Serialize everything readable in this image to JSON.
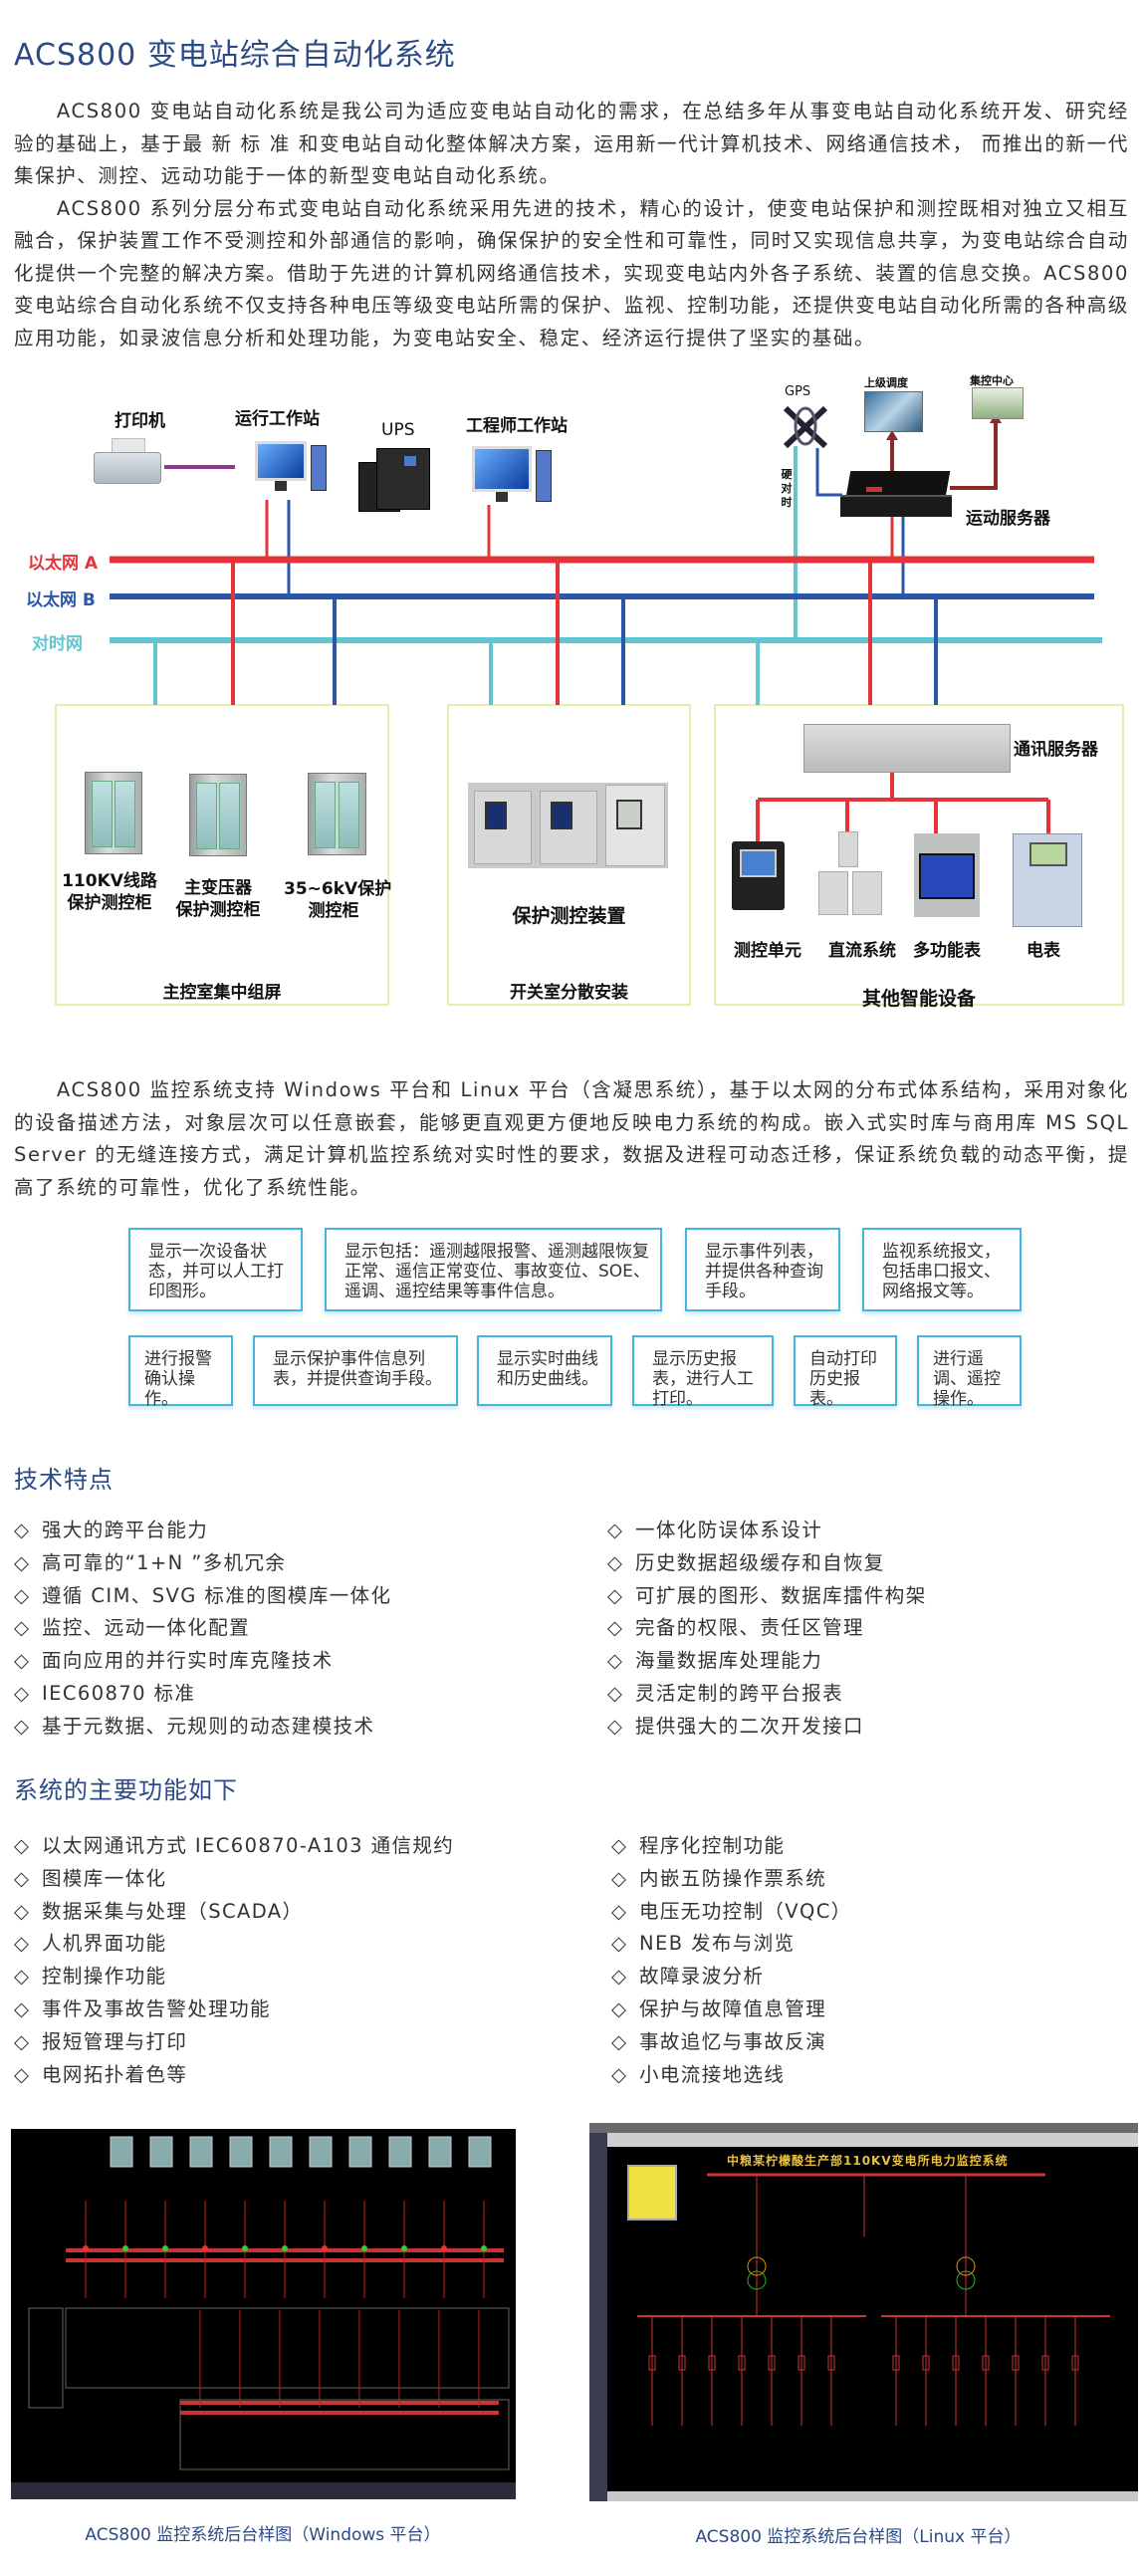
{
  "title": "ACS800 变电站综合自动化系统",
  "intro": [
    "ACS800 变电站自动化系统是我公司为适应变电站自动化的需求，在总结多年从事变电站自动化系统开发、研究经验的基础上，基于最 新 标 准 和变电站自动化整体解决方案，运用新一代计算机技术、网络通信技术， 而推出的新一代集保护、测控、远动功能于一体的新型变电站自动化系统。",
    "ACS800 系列分层分布式变电站自动化系统采用先进的技术，精心的设计，使变电站保护和测控既相对独立又相互融合，保护装置工作不受测控和外部通信的影响，确保保护的安全性和可靠性，同时又实现信息共享，为变电站综合自动化提供一个完整的解决方案。借助于先进的计算机网络通信技术，实现变电站内外各子系统、装置的信息交换。ACS800 变电站综合自动化系统不仅支持各种电压等级变电站所需的保护、监视、控制功能，还提供变电站自动化所需的各种高级应用功能，如录波信息分析和处理功能，为变电站安全、稳定、经济运行提供了坚实的基础。"
  ],
  "diagram": {
    "printer": "打印机",
    "ops_workstation": "运行工作站",
    "ups": "UPS",
    "eng_workstation": "工程师工作站",
    "gps": "GPS",
    "upper_dispatch": "上级调度",
    "control_center": "集控中心",
    "hard_sync": "硬对时",
    "telecontrol_server": "运动服务器",
    "eth_a": "以太网 A",
    "eth_b": "以太网 B",
    "time_net": "对时网",
    "colors": {
      "eth_a": "#e4343a",
      "eth_b": "#2c57a8",
      "time_net": "#62c6d0",
      "uplink": "#8b2a2a"
    },
    "group_main": {
      "title": "主控室集中组屏",
      "cabinets": [
        {
          "line1": "110KV线路",
          "line2": "保护测控柜"
        },
        {
          "line1": "主变压器",
          "line2": "保护测控柜"
        },
        {
          "line1": "35~6kV保护",
          "line2": "测控柜"
        }
      ]
    },
    "group_switch": {
      "title": "开关室分散安装",
      "device": "保护测控装置"
    },
    "group_other": {
      "title": "其他智能设备",
      "comm_server": "通讯服务器",
      "devices": [
        "测控单元",
        "直流系统",
        "多功能表",
        "电表"
      ]
    }
  },
  "platform": "ACS800 监控系统支持 Windows 平台和 Linux 平台（含凝思系统），基于以太网的分布式体系结构，采用对象化的设备描述方法，对象层次可以任意嵌套，能够更直观更方便地反映电力系统的构成。嵌入式实时库与商用库 MS SQL Server 的无缝连接方式，满足计算机监控系统对实时性的要求，数据及进程可动态迁移，保证系统负载的动态平衡，提高了系统的可靠性，优化了系统性能。",
  "function_boxes": [
    "显示一次设备状态，并可以人工打印图形。",
    "显示包括：遥测越限报警、遥测越限恢复正常、遥信正常变位、事故变位、SOE、遥调、遥控结果等事件信息。",
    "显示事件列表，并提供各种查询手段。",
    "监视系统报文，包括串口报文、网络报文等。",
    "进行报警确认操作。",
    "显示保护事件信息列表，并提供查询手段。",
    "显示实时曲线和历史曲线。",
    "显示历史报表，进行人工打印。",
    "自动打印历史报表。",
    "进行遥调、遥控操作。"
  ],
  "tech_features": {
    "heading": "技术特点",
    "bullet": "◇",
    "left": [
      "强大的跨平台能力",
      "高可靠的“1+N ”多机冗余",
      "遵循 CIM、SVG 标准的图模库一体化",
      "监控、远动一体化配置",
      "面向应用的并行实时库克隆技术",
      "IEC60870 标准",
      "基于元数据、元规则的动态建模技术"
    ],
    "right": [
      "一体化防误体系设计",
      "历史数据超级缓存和自恢复",
      "可扩展的图形、数据库擂件构架",
      "完备的权限、责任区管理",
      "海量数据库处理能力",
      "灵活定制的跨平台报表",
      "提供强大的二次开发接口"
    ]
  },
  "main_functions": {
    "heading": "系统的主要功能如下",
    "bullet": "◇",
    "left": [
      "以太网通讯方式 IEC60870-A103 通信规约",
      "图模库一体化",
      "数据采集与处理（SCADA）",
      "人机界面功能",
      "控制操作功能",
      "事件及事故告警处理功能",
      "报短管理与打印",
      "电网拓扑着色等"
    ],
    "right": [
      "程序化控制功能",
      "内嵌五防操作票系统",
      "电压无功控制（VQC）",
      "NEB 发布与浏览",
      "故障录波分析",
      "保护与故障值息管理",
      "事故追忆与事故反演",
      "小电流接地选线"
    ]
  },
  "screenshots": {
    "windows_caption": "ACS800 监控系统后台样图（Windows 平台）",
    "linux_caption": "ACS800 监控系统后台样图（Linux 平台）",
    "linux_title": "中粮某柠檬酸生产部110KV变电所电力监控系统"
  }
}
